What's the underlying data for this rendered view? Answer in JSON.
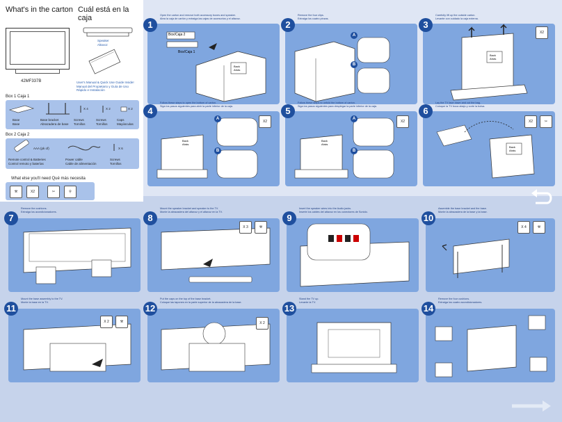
{
  "header": {
    "title_en": "What's in the carton",
    "title_es": "Cuál está en la caja"
  },
  "model": "42MF337B",
  "accessories": {
    "speaker": "Speaker\nAltavoz",
    "manual": "User's Manual & Quick Use Guide Inside!\nManual del Propietario y Guía de Uso\nRápido e Instalación"
  },
  "box1": {
    "label": "Box 1   Caja 1",
    "items": [
      {
        "t": "Base\nBase"
      },
      {
        "t": "Base bracket\nAbrazadera de base"
      },
      {
        "t": "Screws\nTornillos",
        "q": "X 4"
      },
      {
        "t": "Screws\nTornillos",
        "q": "X 2"
      },
      {
        "t": "Caps\nMayúsculas",
        "q": "X 2"
      }
    ]
  },
  "box2": {
    "label": "Box 2   Caja 2",
    "items": [
      {
        "t": "Remote control & Batteries\nControl remoto y baterías",
        "q": "AAA (pk of)"
      },
      {
        "t": "Power cable\nCable de alimentación"
      },
      {
        "t": "Screws\nTornillos",
        "q": "X 6"
      }
    ]
  },
  "extra": {
    "label": "What else you'll need   Qué más necesita",
    "q": "X2"
  },
  "steps": [
    {
      "n": "1",
      "cap": "Open the carton and remove both accessory boxes and speaker.\nAbra la caja de cartón y extraiga las cajas de accesorios y el altavoz.",
      "labels": [
        "Box/Caja 2",
        "Box/Caja 1",
        "Back\nAtrás"
      ]
    },
    {
      "n": "2",
      "cap": "Remove the four clips.\nExtraiga los cuatro pinzas.",
      "labels": [
        "A",
        "B"
      ]
    },
    {
      "n": "3",
      "cap": "Carefully lift up the outside carton.\nLevante con cuidado la caja externa.",
      "labels": [
        "Back\nAtrás",
        "X2"
      ]
    },
    {
      "n": "4",
      "cap": "Follow these steps to open the bottom of carton.\nSiga los pasos siguientes para abrir la parte inferior de la caja.",
      "labels": [
        "A",
        "B",
        "X2",
        "Back\nAtrás"
      ]
    },
    {
      "n": "5",
      "cap": "Follow these steps to unfold the bottom of carton.\nSiga los pasos siguientes para desplegar la parte inferior de la caja.",
      "labels": [
        "A",
        "B",
        "X2",
        "Back\nAtrás"
      ]
    },
    {
      "n": "6",
      "cap": "Lay the TV face down and cut the bag.\nColoque la TV boca abajo y corte la bolsa.",
      "labels": [
        "X2",
        "Back\nAtrás"
      ]
    },
    {
      "n": "7",
      "cap": "Remove the cushions.\nExtraiga los acondicionadores."
    },
    {
      "n": "8",
      "cap": "Mount the speaker bracket and speaker to the TV.\nMonte la abrazadera del altavoz y el altavoz en la TV.",
      "labels": [
        "X 3"
      ]
    },
    {
      "n": "9",
      "cap": "Insert the speaker wires into the Audio jacks.\nInserte los cables del altavoz en los conectores de Sonido."
    },
    {
      "n": "10",
      "cap": "Assemble the base bracket and the base.\nMonte la abrazadera de la base y la base.",
      "labels": [
        "X 4"
      ]
    },
    {
      "n": "11",
      "cap": "Mount the base assembly to the TV.\nMonte la base en la TV.",
      "labels": [
        "X 2"
      ]
    },
    {
      "n": "12",
      "cap": "Put the caps on the top of the base bracket.\nColoque las tapones en la parte superior de la abrazadera de la base.",
      "labels": [
        "X 2"
      ]
    },
    {
      "n": "13",
      "cap": "Stand the TV up.\nLevante la TV."
    },
    {
      "n": "14",
      "cap": "Remove the four cushions.\nExtraiga los cuatro acondicionadores."
    }
  ],
  "colors": {
    "panel": "#7fa6df",
    "step": "#1f4f9e",
    "sheet": "#c6d3eb"
  }
}
